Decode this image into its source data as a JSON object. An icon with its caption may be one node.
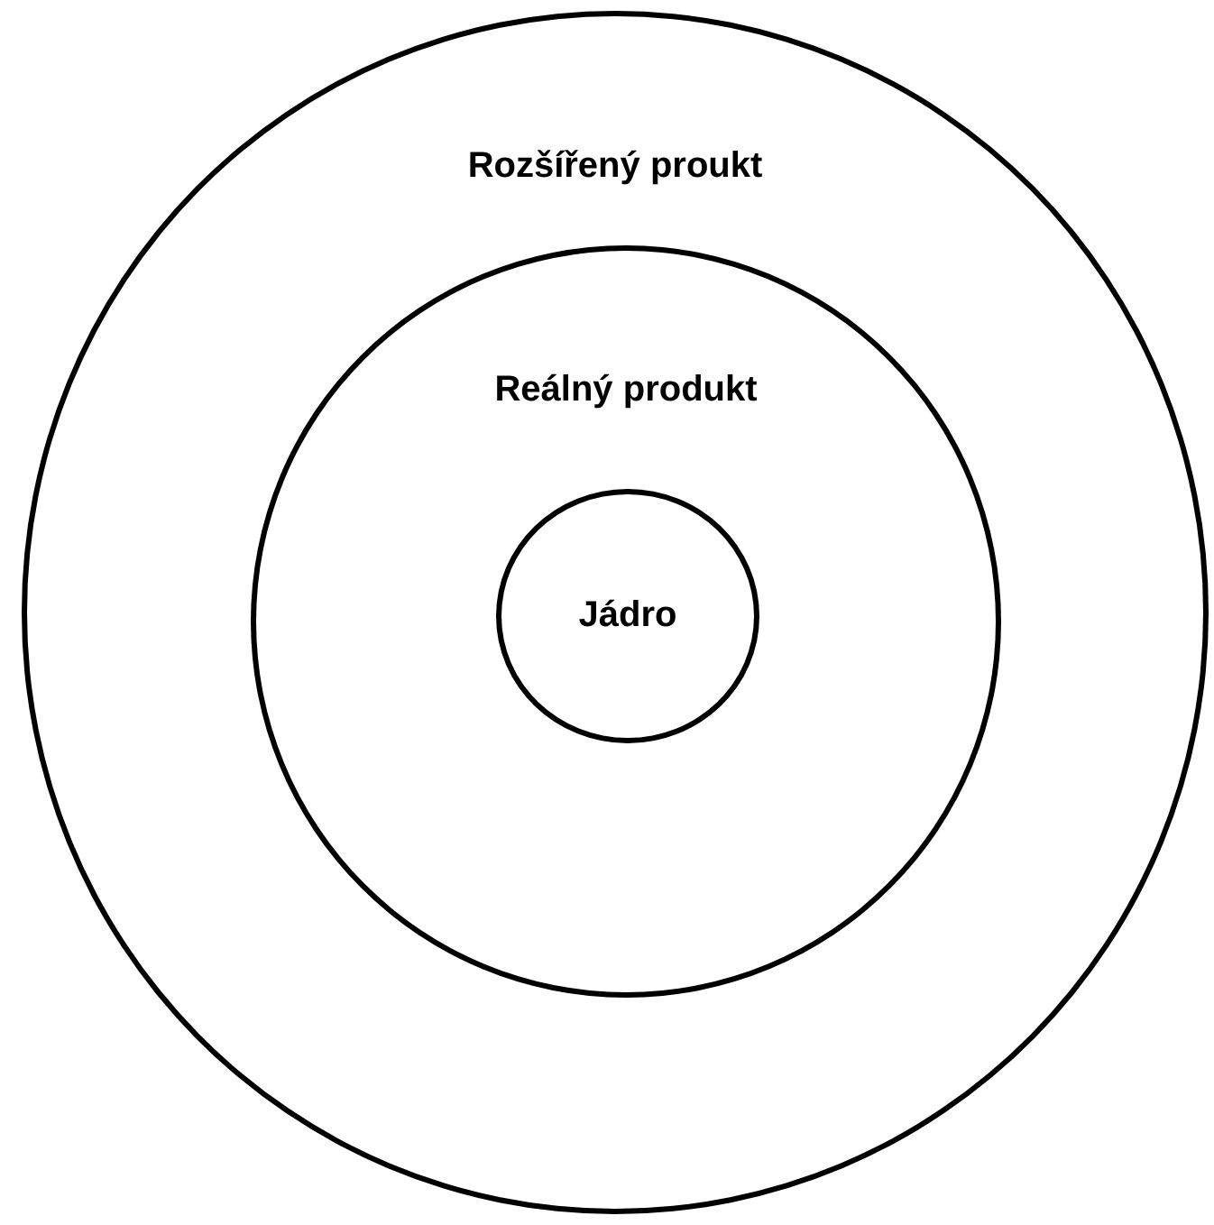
{
  "diagram": {
    "nodes": [
      {
        "text": [
          "Rozšířený proukt"
        ]
      },
      {
        "text": [
          "Reálný produkt"
        ],
        "in": 0
      },
      {
        "text": [
          "Jádro"
        ],
        "in": 1
      }
    ]
  }
}
